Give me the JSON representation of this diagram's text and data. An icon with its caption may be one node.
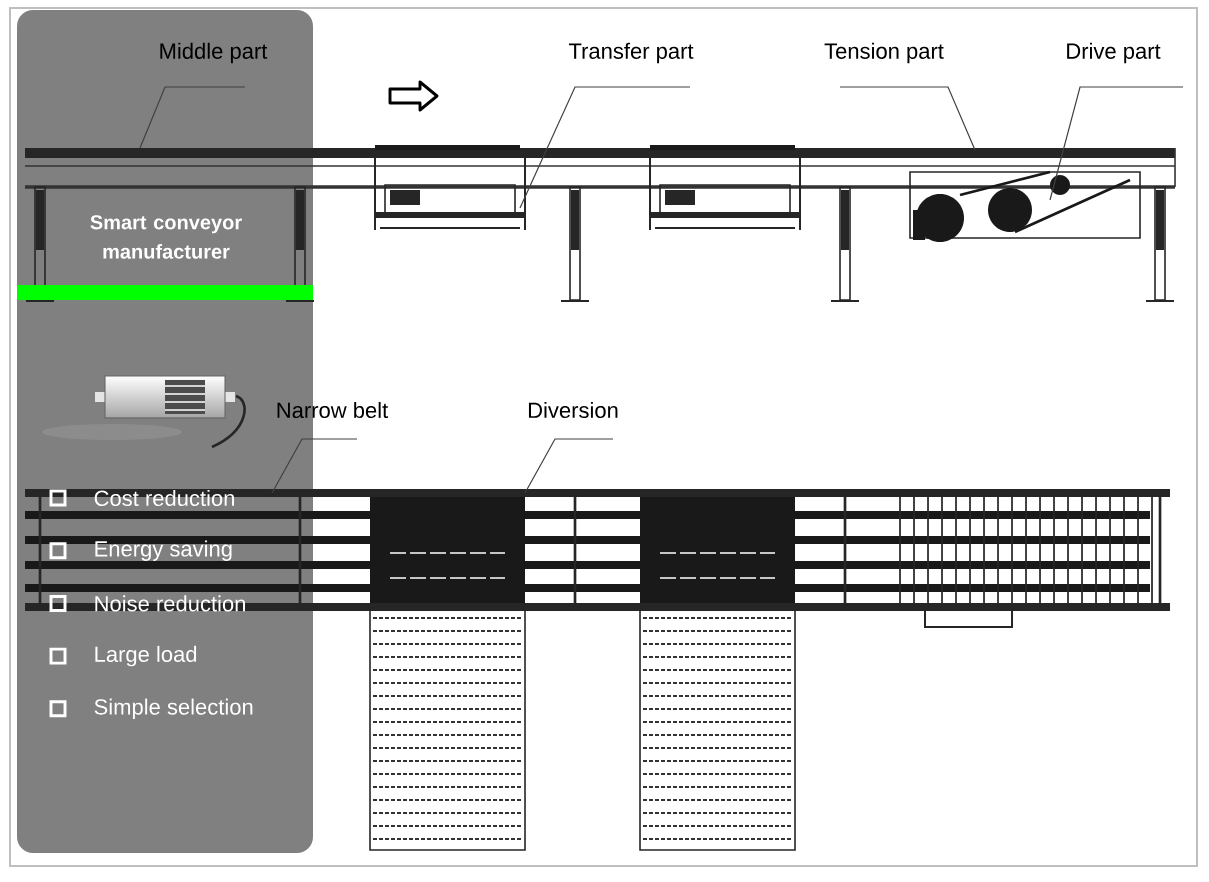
{
  "diagram": {
    "nodes": [
      {
        "text": [
          "Middle part"
        ]
      },
      {
        "text": [
          "Transfer part"
        ]
      },
      {
        "text": [
          "Tension part"
        ]
      },
      {
        "text": [
          "Drive part"
        ]
      },
      {
        "text": [
          "Narrow belt"
        ]
      },
      {
        "text": [
          "Diversion"
        ]
      }
    ],
    "edges": [
      {
        "from": 0,
        "to": null,
        "arrow": "none"
      },
      {
        "from": 1,
        "to": null,
        "arrow": "none"
      },
      {
        "from": 2,
        "to": null,
        "arrow": "none"
      },
      {
        "from": 3,
        "to": null,
        "arrow": "none"
      },
      {
        "from": 4,
        "to": null,
        "arrow": "none"
      },
      {
        "from": 5,
        "to": null,
        "arrow": "none"
      }
    ],
    "labels": [
      "Smart conveyor manufacturer",
      "Cost reduction",
      "Energy saving",
      "Noise reduction",
      "Large load",
      "Simple selection"
    ]
  }
}
